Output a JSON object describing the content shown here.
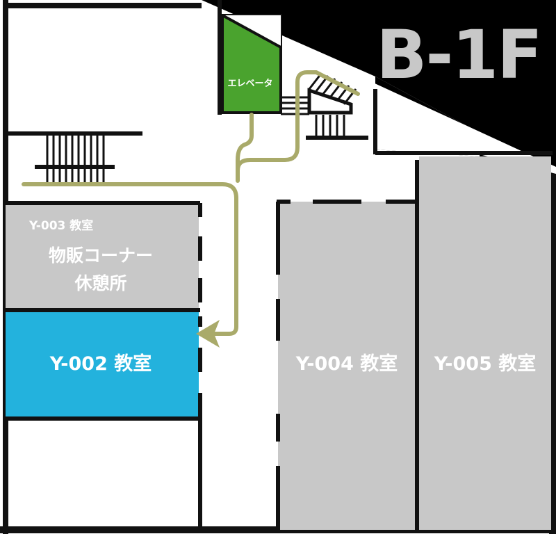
{
  "floor": {
    "label": "B-1F"
  },
  "elevator": {
    "label": "エレベータ",
    "color": "#4aa32e"
  },
  "rooms": {
    "y003": {
      "label_top": "Y-003 教室",
      "label_line1": "物販コーナー",
      "label_line2": "休憩所",
      "color": "#c8c8c8"
    },
    "y002": {
      "label": "Y-002 教室",
      "color": "#23b2dd",
      "highlighted": true
    },
    "y004": {
      "label": "Y-004 教室",
      "color": "#c8c8c8"
    },
    "y005": {
      "label": "Y-005 教室",
      "color": "#c8c8c8"
    }
  },
  "route": {
    "color": "#a9aa6a",
    "destination": "Y-002 教室"
  },
  "colors": {
    "wall": "#111111",
    "corridor": "#ffffff",
    "outside": "#000000"
  }
}
